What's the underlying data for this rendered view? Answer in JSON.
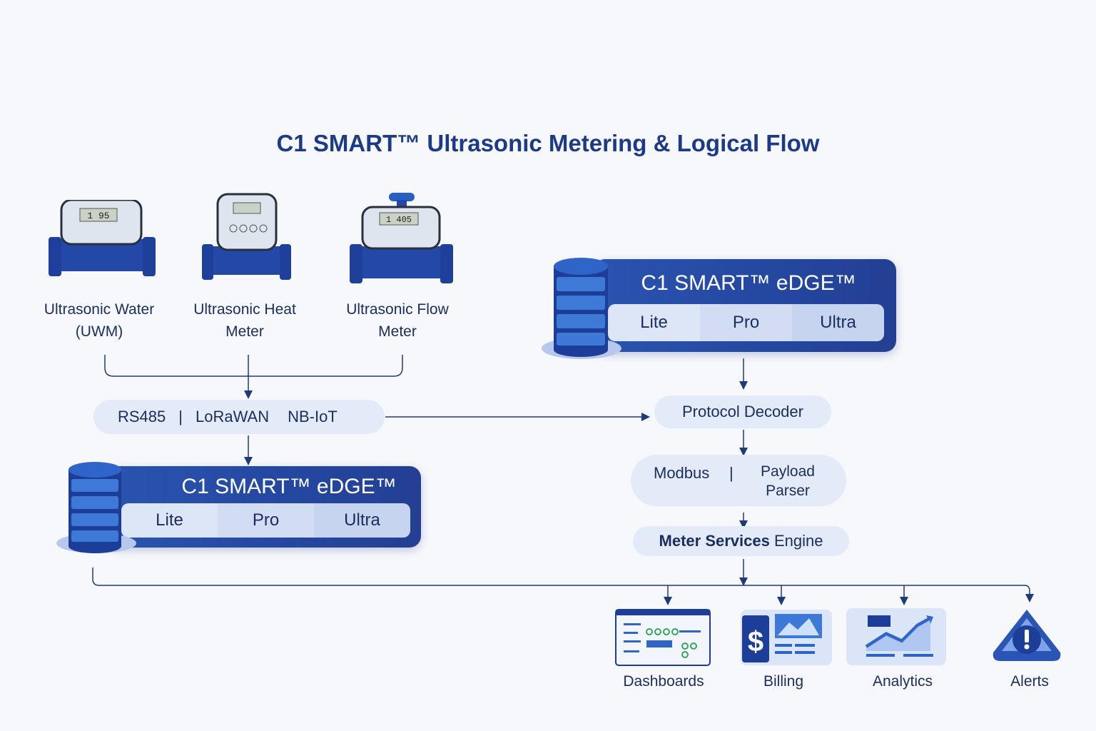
{
  "title": "C1 SMART™ Ultrasonic Metering & Logical Flow",
  "meters": [
    {
      "line1": "Ultrasonic Water",
      "line2": "(UWM)",
      "display": "1 95"
    },
    {
      "line1": "Ultrasonic Heat",
      "line2": "Meter",
      "display": ""
    },
    {
      "line1": "Ultrasonic Flow",
      "line2": "Meter",
      "display": "1 405"
    }
  ],
  "protocols": {
    "a": "RS485",
    "sep": "|",
    "b": "LoRaWAN",
    "c": "NB-IoT"
  },
  "edge_left": {
    "title": "C1 SMART™ eDGE™",
    "tiers": [
      "Lite",
      "Pro",
      "Ultra"
    ]
  },
  "edge_right": {
    "title": "C1 SMART™ eDGE™",
    "tiers": [
      "Lite",
      "Pro",
      "Ultra"
    ]
  },
  "decoder": "Protocol Decoder",
  "modbus": {
    "a": "Modbus",
    "sep": "|",
    "b1": "Payload",
    "b2": "Parser"
  },
  "engine": {
    "bold": "Meter Services",
    "rest": " Engine"
  },
  "outputs": [
    {
      "label": "Dashboards",
      "icon": "dashboard-icon"
    },
    {
      "label": "Billing",
      "icon": "billing-icon"
    },
    {
      "label": "Analytics",
      "icon": "analytics-icon"
    },
    {
      "label": "Alerts",
      "icon": "alert-icon"
    }
  ],
  "colors": {
    "primary": "#2447a0",
    "pill": "#e3eaf8",
    "line": "#1f3a7a"
  }
}
